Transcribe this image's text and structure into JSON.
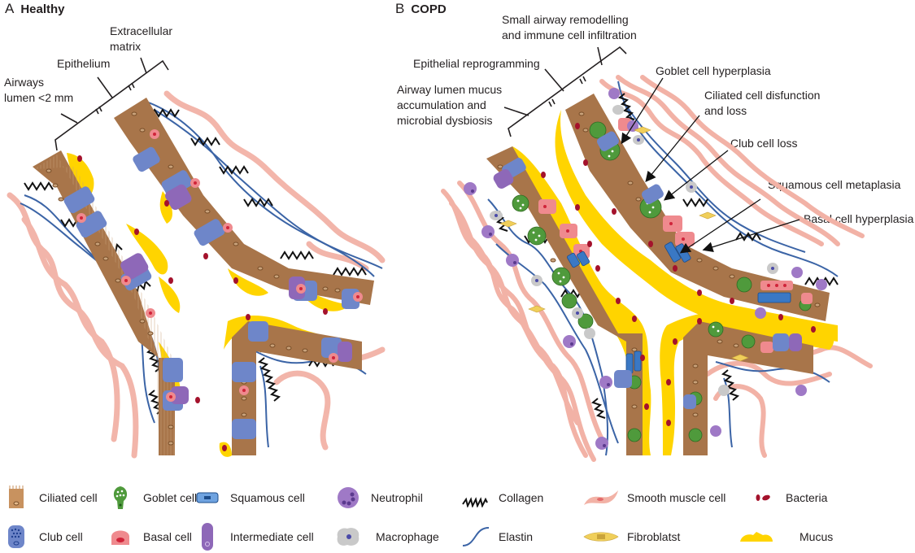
{
  "panels": [
    {
      "letter": "A",
      "title": "Healthy",
      "bracket_labels": [
        "Extracellular matrix",
        "Epithelium",
        "Airways lumen <2 mm"
      ],
      "bracket_label_lines": {
        "ecm": [
          "Extracellular",
          "matrix"
        ],
        "epithelium": [
          "Epithelium"
        ],
        "lumen": [
          "Airways",
          "lumen <2 mm"
        ]
      }
    },
    {
      "letter": "B",
      "title": "COPD",
      "bracket_label_lines": {
        "remodelling": [
          "Small airway remodelling",
          "and immune cell infiltration"
        ],
        "reprogramming": [
          "Epithelial reprogramming"
        ],
        "mucus": [
          "Airway lumen mucus",
          "accumulation and",
          "microbial dysbiosis"
        ]
      },
      "annotations": [
        {
          "lines": [
            "Goblet cell hyperplasia"
          ]
        },
        {
          "lines": [
            "Ciliated cell disfunction",
            "and loss"
          ]
        },
        {
          "lines": [
            "Club cell loss"
          ]
        },
        {
          "lines": [
            "Squamous cell metaplasia"
          ]
        },
        {
          "lines": [
            "Basal cell hyperplasia"
          ]
        }
      ]
    }
  ],
  "legend": [
    {
      "icon": "ciliated-cell-icon",
      "label": "Ciliated cell"
    },
    {
      "icon": "goblet-cell-icon",
      "label": "Goblet cell"
    },
    {
      "icon": "squamous-cell-icon",
      "label": "Squamous cell"
    },
    {
      "icon": "neutrophil-icon",
      "label": "Neutrophil"
    },
    {
      "icon": "collagen-icon",
      "label": "Collagen"
    },
    {
      "icon": "smooth-muscle-cell-icon",
      "label": "Smooth muscle cell"
    },
    {
      "icon": "bacteria-icon",
      "label": "Bacteria"
    },
    {
      "icon": "club-cell-icon",
      "label": "Club cell"
    },
    {
      "icon": "basal-cell-icon",
      "label": "Basal cell"
    },
    {
      "icon": "intermediate-cell-icon",
      "label": "Intermediate cell"
    },
    {
      "icon": "macrophage-icon",
      "label": "Macrophage"
    },
    {
      "icon": "elastin-icon",
      "label": "Elastin"
    },
    {
      "icon": "fibroblast-icon",
      "label": "Fibroblatst"
    },
    {
      "icon": "mucus-icon",
      "label": "Mucus"
    }
  ],
  "colors": {
    "ciliated": "#a8754a",
    "club": "#6e86c9",
    "club_dots": "#1f3f8f",
    "goblet": "#4f9a3c",
    "basal": "#ef8a8e",
    "basal_nucleus": "#d0243a",
    "intermediate": "#8e68b8",
    "squamous": "#3a78c4",
    "neutrophil": "#9f79c6",
    "macrophage": "#c9c9c9",
    "collagen": "#1a1a1a",
    "elastin": "#3b64a6",
    "smooth_muscle": "#f2b2a6",
    "fibroblast": "#f0cf5a",
    "bacteria": "#a4122c",
    "mucus": "#ffd400"
  }
}
